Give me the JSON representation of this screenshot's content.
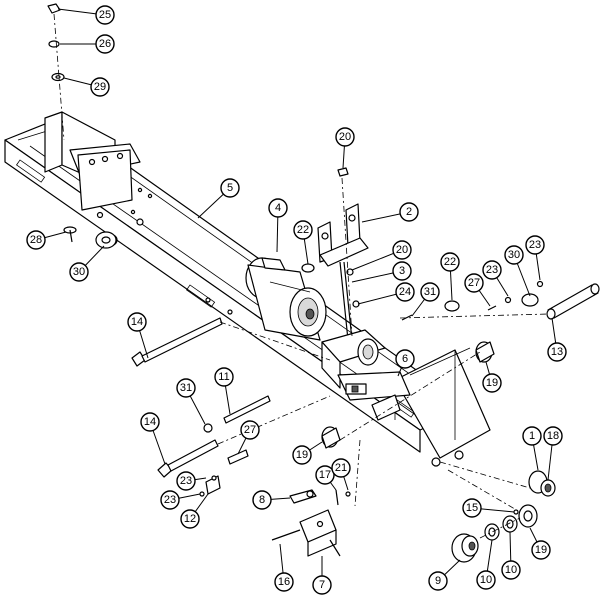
{
  "diagram": {
    "callouts": [
      {
        "label": "25",
        "target": "nut"
      },
      {
        "label": "26",
        "target": "lock-washer"
      },
      {
        "label": "29",
        "target": "flat-washer"
      },
      {
        "label": "20",
        "target": "nut-top"
      },
      {
        "label": "5",
        "target": "main-rail"
      },
      {
        "label": "4",
        "target": "motor"
      },
      {
        "label": "22",
        "target": "lock-nut"
      },
      {
        "label": "2",
        "target": "bracket"
      },
      {
        "label": "20",
        "target": "nut-lower"
      },
      {
        "label": "3",
        "target": "spring"
      },
      {
        "label": "24",
        "target": "washer"
      },
      {
        "label": "28",
        "target": "carriage-bolt"
      },
      {
        "label": "30",
        "target": "cable-clamp-left"
      },
      {
        "label": "22",
        "target": "lock-nut-right"
      },
      {
        "label": "27",
        "target": "clevis-pin-right"
      },
      {
        "label": "23",
        "target": "cotter-right"
      },
      {
        "label": "30",
        "target": "cable-clamp-right"
      },
      {
        "label": "23",
        "target": "cotter-far-right"
      },
      {
        "label": "31",
        "target": "pin-right"
      },
      {
        "label": "14",
        "target": "bolt-upper"
      },
      {
        "label": "6",
        "target": "gear-box"
      },
      {
        "label": "13",
        "target": "shaft"
      },
      {
        "label": "19",
        "target": "spacer-right"
      },
      {
        "label": "31",
        "target": "pin-left"
      },
      {
        "label": "11",
        "target": "rod"
      },
      {
        "label": "14",
        "target": "bolt-lower"
      },
      {
        "label": "27",
        "target": "clevis-pin-left"
      },
      {
        "label": "19",
        "target": "spacer-center"
      },
      {
        "label": "23",
        "target": "cotter-left-upper"
      },
      {
        "label": "17",
        "target": "screw"
      },
      {
        "label": "21",
        "target": "nut-small"
      },
      {
        "label": "1",
        "target": "roller"
      },
      {
        "label": "18",
        "target": "cap"
      },
      {
        "label": "8",
        "target": "switch-actuator"
      },
      {
        "label": "23",
        "target": "cotter-left-lower"
      },
      {
        "label": "12",
        "target": "clip"
      },
      {
        "label": "15",
        "target": "pin-small"
      },
      {
        "label": "19",
        "target": "spacer-bottom"
      },
      {
        "label": "16",
        "target": "screw-switch"
      },
      {
        "label": "7",
        "target": "limit-switch"
      },
      {
        "label": "9",
        "target": "pulley"
      },
      {
        "label": "10",
        "target": "washer-a"
      },
      {
        "label": "10",
        "target": "washer-b"
      }
    ]
  }
}
